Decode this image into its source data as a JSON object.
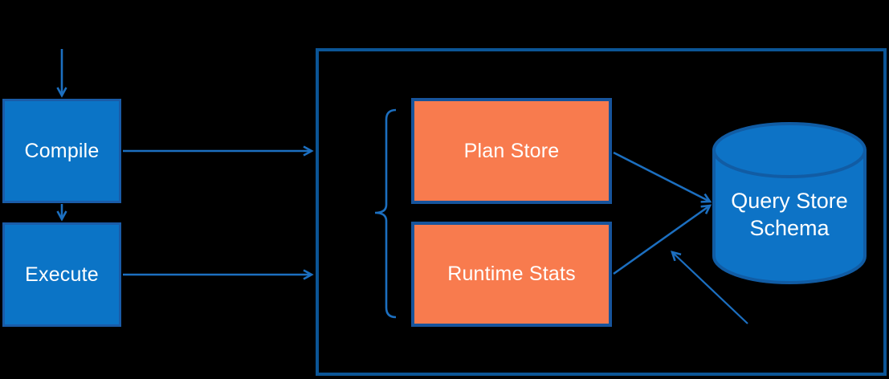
{
  "diagram": {
    "background_color": "#000000",
    "nodes": {
      "compile": {
        "label": "Compile"
      },
      "execute": {
        "label": "Execute"
      },
      "plan_store": {
        "label": "Plan Store"
      },
      "runtime_stats": {
        "label": "Runtime Stats"
      },
      "query_store_schema": {
        "label": "Query Store Schema",
        "lines": [
          "Query Store",
          "Schema"
        ],
        "shape": "database-cylinder"
      }
    },
    "groups": [
      {
        "name": "query-store-container",
        "shape": "rectangle-outline",
        "contains": [
          "plan_store",
          "runtime_stats",
          "query_store_schema"
        ]
      },
      {
        "name": "stores-brace",
        "shape": "left-curly-brace",
        "contains": [
          "plan_store",
          "runtime_stats"
        ]
      }
    ],
    "connections": [
      {
        "from": "offscreen-top",
        "to": "compile",
        "style": "arrow"
      },
      {
        "from": "compile",
        "to": "execute",
        "style": "arrow"
      },
      {
        "from": "compile",
        "to": "query-store-container",
        "style": "arrow"
      },
      {
        "from": "execute",
        "to": "query-store-container",
        "style": "arrow"
      },
      {
        "from": "plan_store",
        "to": "query_store_schema",
        "style": "arrow"
      },
      {
        "from": "runtime_stats",
        "to": "query_store_schema",
        "style": "arrow"
      },
      {
        "from": "offscreen-bottom-right",
        "to": "toward-runtime-stats",
        "style": "arrow-thin"
      }
    ],
    "colors": {
      "node_fill_blue": "#0b74c6",
      "node_border_blue": "#1a5ca8",
      "node_fill_orange": "#f87b4e",
      "node_border_orange": "#17549c",
      "container_border": "#0b5596",
      "cylinder_fill": "#0d73c6",
      "cylinder_border": "#115ca4",
      "arrow": "#1c6fc0",
      "text": "#ffffff"
    }
  }
}
